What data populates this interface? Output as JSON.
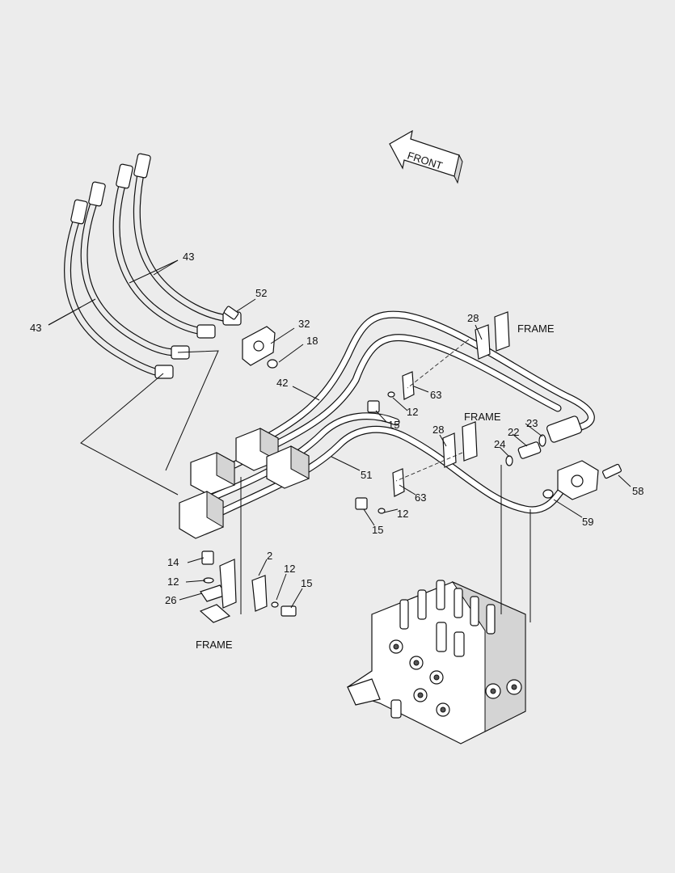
{
  "direction_arrow": {
    "label": "FRONT"
  },
  "frame_labels": [
    {
      "id": "frame-top-right",
      "text": "FRAME"
    },
    {
      "id": "frame-middle",
      "text": "FRAME"
    },
    {
      "id": "frame-bottom-left",
      "text": "FRAME"
    }
  ],
  "callouts": [
    {
      "id": "c43a",
      "text": "43"
    },
    {
      "id": "c43b",
      "text": "43"
    },
    {
      "id": "c52",
      "text": "52"
    },
    {
      "id": "c32",
      "text": "32"
    },
    {
      "id": "c18",
      "text": "18"
    },
    {
      "id": "c42",
      "text": "42"
    },
    {
      "id": "c28a",
      "text": "28"
    },
    {
      "id": "c63a",
      "text": "63"
    },
    {
      "id": "c12a",
      "text": "12"
    },
    {
      "id": "c15a",
      "text": "15"
    },
    {
      "id": "c28b",
      "text": "28"
    },
    {
      "id": "c23",
      "text": "23"
    },
    {
      "id": "c22",
      "text": "22"
    },
    {
      "id": "c24",
      "text": "24"
    },
    {
      "id": "c51",
      "text": "51"
    },
    {
      "id": "c63b",
      "text": "63"
    },
    {
      "id": "c58",
      "text": "58"
    },
    {
      "id": "c12b",
      "text": "12"
    },
    {
      "id": "c15b",
      "text": "15"
    },
    {
      "id": "c59",
      "text": "59"
    },
    {
      "id": "c14",
      "text": "14"
    },
    {
      "id": "c2",
      "text": "2"
    },
    {
      "id": "c12c",
      "text": "12"
    },
    {
      "id": "c15c",
      "text": "15"
    },
    {
      "id": "c12d",
      "text": "12"
    },
    {
      "id": "c26",
      "text": "26"
    }
  ]
}
